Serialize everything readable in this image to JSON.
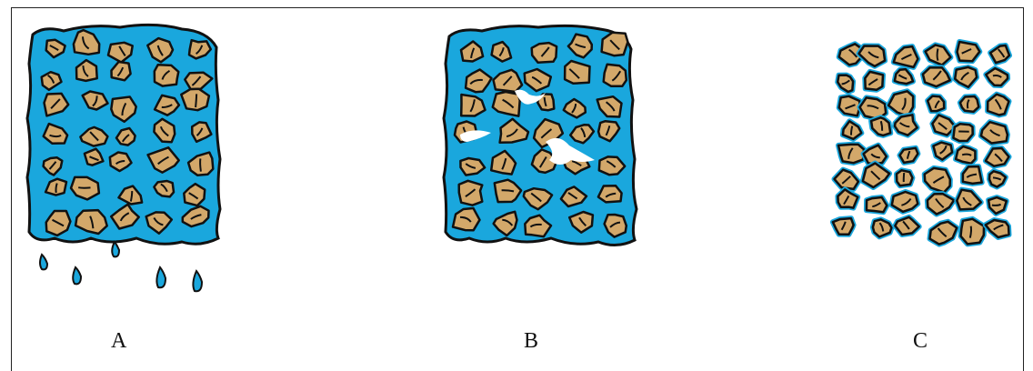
{
  "colors": {
    "water": "#1aa7dd",
    "grain": "#d3a86a",
    "grain_outline": "#111111",
    "background": "#ffffff"
  },
  "panels": [
    {
      "id": "A",
      "label": "A",
      "water": "saturated",
      "drips": true,
      "air_pockets": false
    },
    {
      "id": "B",
      "label": "B",
      "water": "partially-saturated",
      "drips": false,
      "air_pockets": true
    },
    {
      "id": "C",
      "label": "C",
      "water": "film",
      "drips": false,
      "air_pockets": false
    }
  ]
}
